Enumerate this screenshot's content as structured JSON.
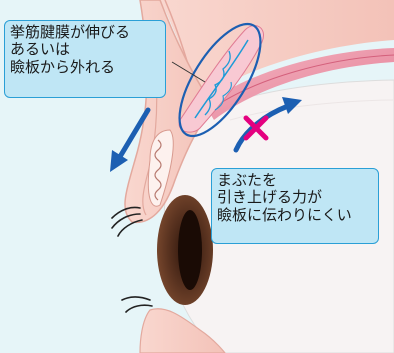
{
  "callouts": {
    "levator_issue": "挙筋腱膜が伸びる\nあるいは\n瞼板から外れる",
    "lift_weak": "まぶたを\n引き上げる力が\n瞼板に伝わりにくい"
  },
  "colors": {
    "background": "#e6f5f8",
    "callout_fill": "#bfe6f5",
    "callout_border": "#2a9fd6",
    "arrow": "#1c5fb2",
    "cross": "#e4007f",
    "tissue": "#f6c8c0",
    "muscle": "#e98da0",
    "pupil": "#4a2a1a"
  },
  "icons": {
    "down_arrow": "arrow-down-left",
    "up_arrow": "arrow-up-right",
    "cross": "x-mark"
  }
}
